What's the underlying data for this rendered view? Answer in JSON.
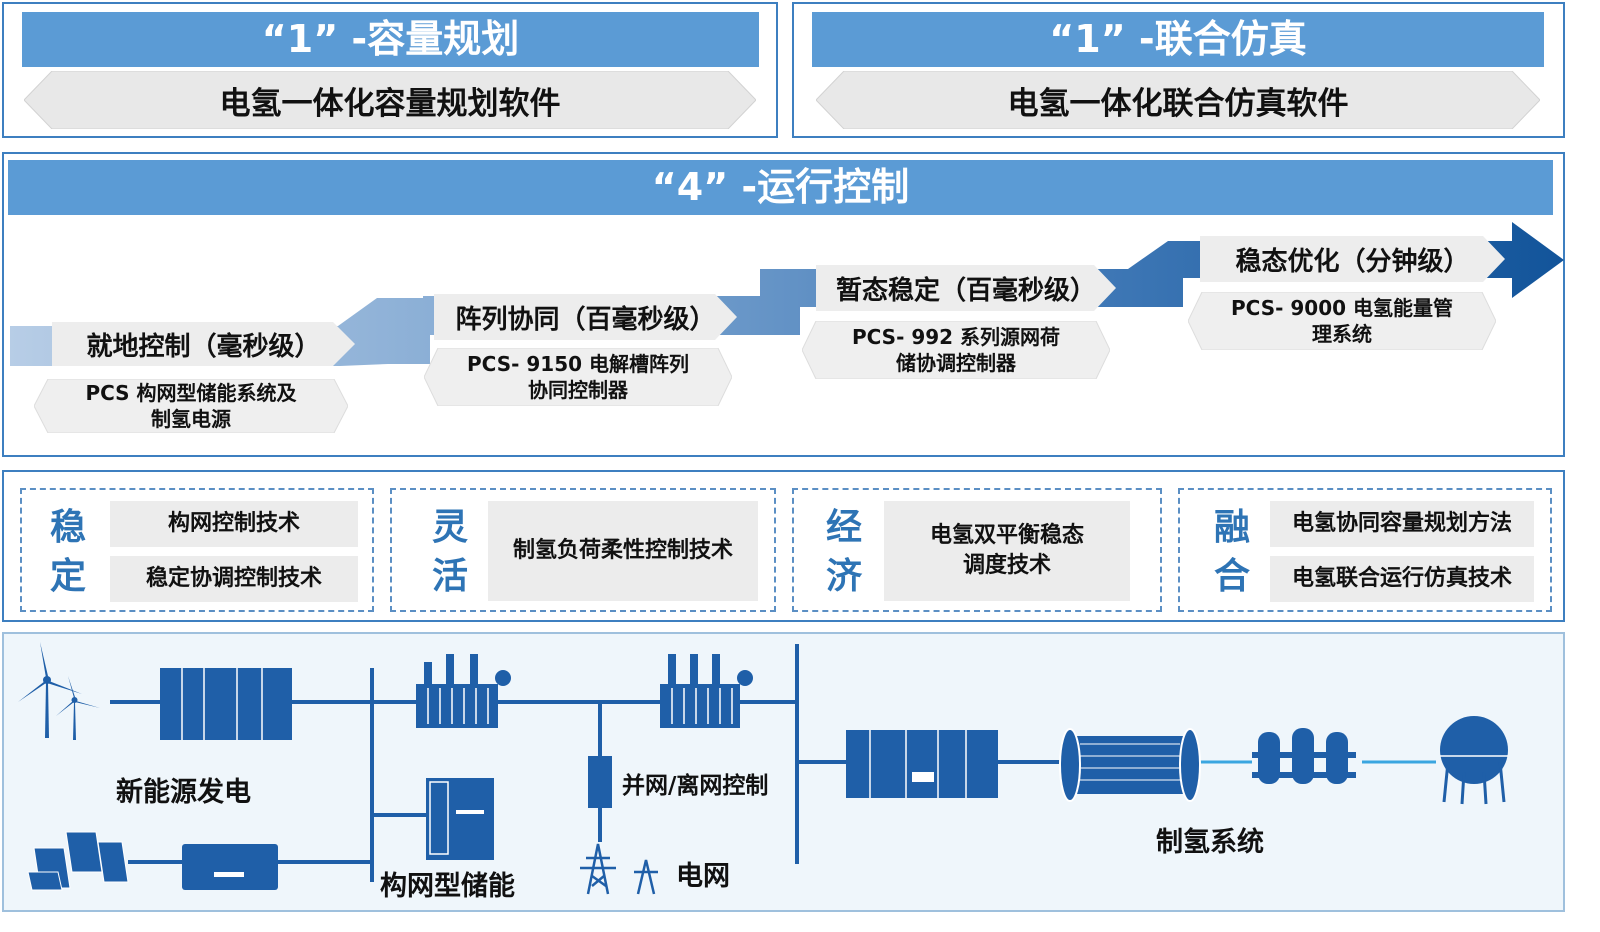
{
  "top_left": {
    "bar": "“1”  -容量规划",
    "chevron": "电氢一体化容量规划软件"
  },
  "top_right": {
    "bar": "“1”  -联合仿真",
    "chevron": "电氢一体化联合仿真软件"
  },
  "control": {
    "bar": "“4”  -运行控制",
    "steps": [
      {
        "title": "就地控制（毫秒级）",
        "product": "PCS 构网型储能系统及\n制氢电源"
      },
      {
        "title": "阵列协同（百毫秒级）",
        "product": "PCS- 9150 电解槽阵列\n协同控制器"
      },
      {
        "title": "暂态稳定（百毫秒级）",
        "product": "PCS- 992 系列源网荷\n储协调控制器"
      },
      {
        "title": "稳态优化（分钟级）",
        "product": "PCS- 9000 电氢能量管\n理系统"
      }
    ]
  },
  "tech": [
    {
      "c1": "稳",
      "c2": "定",
      "items": [
        "构网控制技术",
        "稳定协调控制技术"
      ]
    },
    {
      "c1": "灵",
      "c2": "活",
      "items": [
        "制氢负荷柔性控制技术"
      ]
    },
    {
      "c1": "经",
      "c2": "济",
      "items": [
        "电氢双平衡稳态\n调度技术"
      ]
    },
    {
      "c1": "融",
      "c2": "合",
      "items": [
        "电氢协同容量规划方法",
        "电氢联合运行仿真技术"
      ]
    }
  ],
  "system": {
    "renewable": "新能源发电",
    "storage": "构网型储能",
    "grid_switch": "并网/离网控制",
    "grid": "电网",
    "hydrogen": "制氢系统"
  },
  "colors": {
    "bar": "#5b9bd5",
    "border": "#3d7fc0",
    "accent": "#2e74b5",
    "equipment": "#1f5fa8"
  }
}
